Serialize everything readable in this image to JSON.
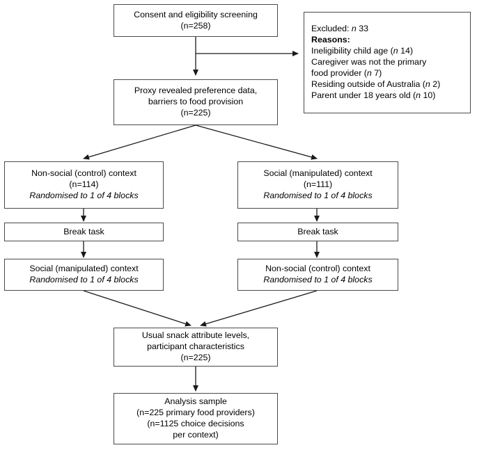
{
  "diagram": {
    "title": "Participant flow diagram",
    "type": "flowchart",
    "stroke_color": "#4a4a4a",
    "background_color": "#ffffff",
    "text_color": "#000000"
  },
  "nodes": {
    "consent": {
      "name": "consent-and-eligibility-screening",
      "line1": "Consent and eligibility screening",
      "line2": "(n=258)"
    },
    "excluded": {
      "name": "excluded-box",
      "heading": "Excluded: ",
      "heading_n": "n",
      "heading_value": " 33",
      "reasons_label": "Reasons:",
      "reasons": [
        {
          "text": "Ineligibility child age (",
          "n": "n",
          "value": " 14)"
        },
        {
          "text": "Caregiver was not the primary",
          "n": "",
          "value": ""
        },
        {
          "text": "food provider (",
          "n": "n",
          "value": " 7)"
        },
        {
          "text": "Residing outside of Australia (",
          "n": "n",
          "value": " 2)"
        },
        {
          "text": "Parent under 18 years old (",
          "n": "n",
          "value": " 10)"
        }
      ]
    },
    "proxy": {
      "name": "proxy-revealed-preference-data",
      "line1": "Proxy revealed preference data,",
      "line2": "barriers to food provision",
      "line3": "(n=225)"
    },
    "context_left_top": {
      "name": "non-social-control-context-left",
      "line1": "Non-social (control) context",
      "line2": "(n=114)",
      "line3": "Randomised to 1 of 4 blocks"
    },
    "context_right_top": {
      "name": "social-manipulated-context-right",
      "line1": "Social (manipulated) context",
      "line2": "(n=111)",
      "line3": "Randomised to 1 of 4 blocks"
    },
    "break_left": {
      "name": "break-task-left",
      "line1": "Break task"
    },
    "break_right": {
      "name": "break-task-right",
      "line1": "Break task"
    },
    "context_left_bottom": {
      "name": "social-manipulated-context-left-second",
      "line1": "Social (manipulated) context",
      "line2": "Randomised to 1 of 4 blocks"
    },
    "context_right_bottom": {
      "name": "non-social-control-context-right-second",
      "line1": "Non-social (control) context",
      "line2": "Randomised to 1 of 4 blocks"
    },
    "usual_snack": {
      "name": "usual-snack-attribute-levels",
      "line1": "Usual snack attribute levels,",
      "line2": "participant characteristics",
      "line3": "(n=225)"
    },
    "analysis": {
      "name": "analysis-sample",
      "line1": "Analysis sample",
      "line2": "(n=225 primary food providers)",
      "line3": "(n=1125 choice decisions",
      "line4": "per context)"
    }
  }
}
